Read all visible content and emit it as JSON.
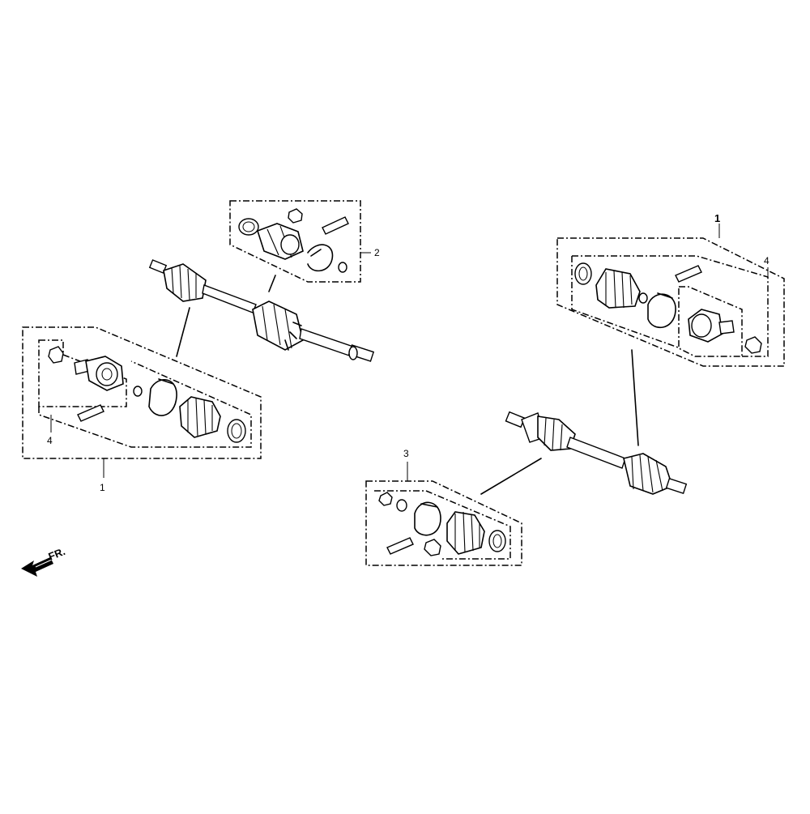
{
  "callouts": {
    "top_left_kit": "2",
    "left_assembly": "1",
    "left_kit": "4",
    "right_assembly": "1",
    "right_kit": "4",
    "right_lower_kit": "3"
  },
  "direction": {
    "label": "FR.",
    "icon": "front-direction-arrow-icon"
  }
}
